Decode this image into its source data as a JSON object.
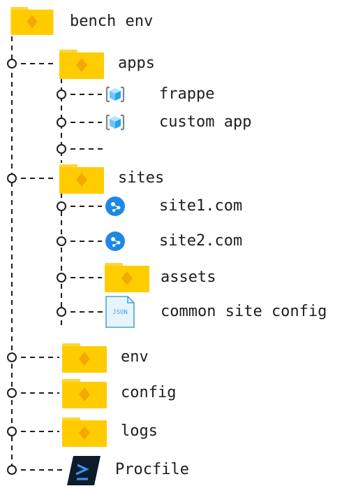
{
  "root": {
    "label": "bench env",
    "icon": "folder-icon"
  },
  "colors": {
    "folder": "#ffcc00",
    "folder_tab": "#ffd43b",
    "folder_diamond": "#f2a900",
    "app_cube": "#6ec6ff",
    "site_globe": "#1e88e5",
    "terminal": "#0d1b2a",
    "line": "#1e1e1e"
  },
  "children": [
    {
      "label": "apps",
      "icon": "folder-icon",
      "children": [
        {
          "label": "frappe",
          "icon": "app-cube-icon"
        },
        {
          "label": "custom app",
          "icon": "app-cube-icon"
        },
        {
          "label": "",
          "icon": ""
        }
      ]
    },
    {
      "label": "sites",
      "icon": "folder-icon",
      "children": [
        {
          "label": "site1.com",
          "icon": "globe-icon"
        },
        {
          "label": "site2.com",
          "icon": "globe-icon"
        },
        {
          "label": "assets",
          "icon": "folder-icon"
        },
        {
          "label": "common site config",
          "icon": "json-file-icon",
          "icon_text": "JSON"
        }
      ]
    },
    {
      "label": "env",
      "icon": "folder-icon"
    },
    {
      "label": "config",
      "icon": "folder-icon"
    },
    {
      "label": "logs",
      "icon": "folder-icon"
    },
    {
      "label": "Procfile",
      "icon": "terminal-icon"
    }
  ]
}
